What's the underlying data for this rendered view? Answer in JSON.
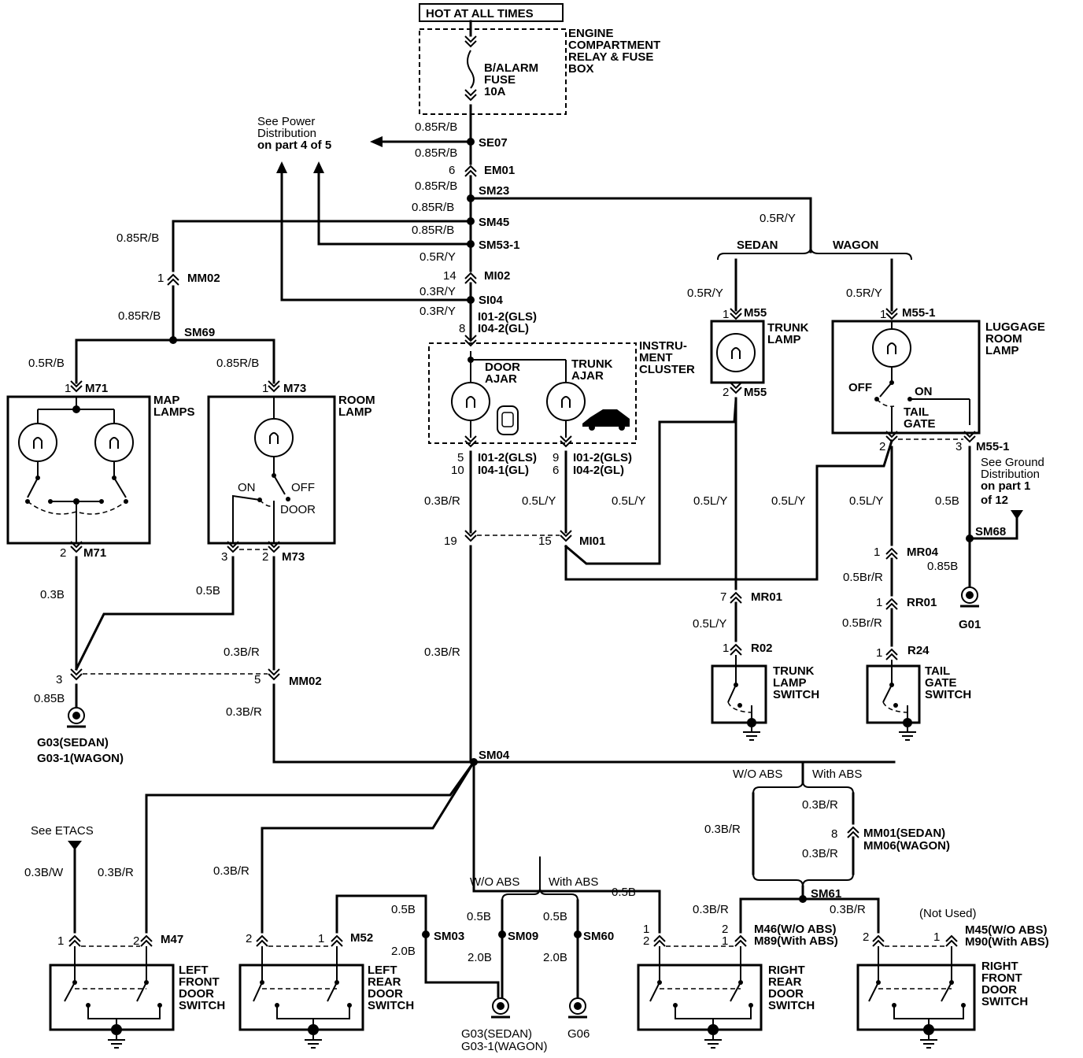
{
  "header": {
    "hot_label": "HOT AT ALL TIMES"
  },
  "fuse_box": {
    "title": [
      "ENGINE",
      "COMPARTMENT",
      "RELAY & FUSE",
      "BOX"
    ],
    "fuse": [
      "B/ALARM",
      "FUSE",
      "10A"
    ]
  },
  "power_ref": [
    "See Power",
    "Distribution",
    "on part 4 of 5"
  ],
  "ground_ref": [
    "See Ground",
    "Distribution",
    "on part 1",
    "of 12"
  ],
  "etacs_ref": "See ETACS",
  "wires": {
    "w085rb": "0.85R/B",
    "w05ry": "0.5R/Y",
    "w03ry": "0.3R/Y",
    "w05rb": "0.5R/B",
    "w03b": "0.3B",
    "w05b": "0.5B",
    "w085b": "0.85B",
    "w03br": "0.3B/R",
    "w03bw": "0.3B/W",
    "w05ly": "0.5L/Y",
    "w20b": "2.0B",
    "w05brr": "0.5Br/R"
  },
  "splices": {
    "se07": "SE07",
    "sm23": "SM23",
    "sm45": "SM45",
    "sm531": "SM53-1",
    "si04": "SI04",
    "sm69": "SM69",
    "sm04": "SM04",
    "sm61": "SM61",
    "sm03": "SM03",
    "sm09": "SM09",
    "sm60": "SM60",
    "sm68": "SM68"
  },
  "connectors": {
    "em01": "EM01",
    "mm02": "MM02",
    "mi02": "MI02",
    "i01_2": "I01-2(GLS)",
    "i04_2": "I04-2(GL)",
    "i04_1": "I04-1(GL)",
    "m71": "M71",
    "m73": "M73",
    "m55": "M55",
    "m551": "M55-1",
    "mi01": "MI01",
    "mr01": "MR01",
    "mr04": "MR04",
    "rr01": "RR01",
    "r02": "R02",
    "r24": "R24",
    "m47": "M47",
    "m52": "M52",
    "mm01": "MM01(SEDAN)",
    "mm06": "MM06(WAGON)",
    "m46": "M46(W/O ABS)",
    "m89": "M89(With ABS)",
    "m45": "M45(W/O ABS)",
    "m90": "M90(With ABS)"
  },
  "pins": {
    "p1": "1",
    "p2": "2",
    "p3": "3",
    "p5": "5",
    "p6": "6",
    "p7": "7",
    "p8": "8",
    "p9": "9",
    "p10": "10",
    "p14": "14",
    "p15": "15",
    "p19": "19"
  },
  "variants": {
    "sedan": "SEDAN",
    "wagon": "WAGON",
    "wo_abs": "W/O ABS",
    "with_abs": "With ABS",
    "not_used": "(Not Used)"
  },
  "components": {
    "map_lamps": [
      "MAP",
      "LAMPS"
    ],
    "room_lamp": [
      "ROOM",
      "LAMP"
    ],
    "trunk_lamp": [
      "TRUNK",
      "LAMP"
    ],
    "luggage": [
      "LUGGAGE",
      "ROOM",
      "LAMP"
    ],
    "cluster": [
      "INSTRU-",
      "MENT",
      "CLUSTER"
    ],
    "door_ajar": [
      "DOOR",
      "AJAR"
    ],
    "trunk_ajar": [
      "TRUNK",
      "AJAR"
    ],
    "trunk_sw": [
      "TRUNK",
      "LAMP",
      "SWITCH"
    ],
    "tailgate_sw": [
      "TAIL",
      "GATE",
      "SWITCH"
    ],
    "tailgate": [
      "TAIL",
      "GATE"
    ],
    "lf_door": [
      "LEFT",
      "FRONT",
      "DOOR",
      "SWITCH"
    ],
    "lr_door": [
      "LEFT",
      "REAR",
      "DOOR",
      "SWITCH"
    ],
    "rr_door": [
      "RIGHT",
      "REAR",
      "DOOR",
      "SWITCH"
    ],
    "rf_door": [
      "RIGHT",
      "FRONT",
      "DOOR",
      "SWITCH"
    ]
  },
  "switch_states": {
    "on": "ON",
    "off": "OFF",
    "door": "DOOR"
  },
  "grounds": {
    "g01": "G01",
    "g03": "G03(SEDAN)",
    "g031": "G03-1(WAGON)",
    "g06": "G06"
  }
}
